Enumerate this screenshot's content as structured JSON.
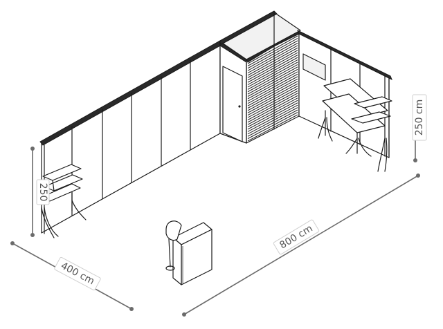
{
  "dimensions": {
    "width_label": "800 cm",
    "depth_label": "400 cm",
    "height_label_right": "250 cm",
    "height_label_left": "250"
  },
  "colors": {
    "line": "#1a1a1a",
    "dimension": "#6b6b6b",
    "background": "#ffffff"
  }
}
